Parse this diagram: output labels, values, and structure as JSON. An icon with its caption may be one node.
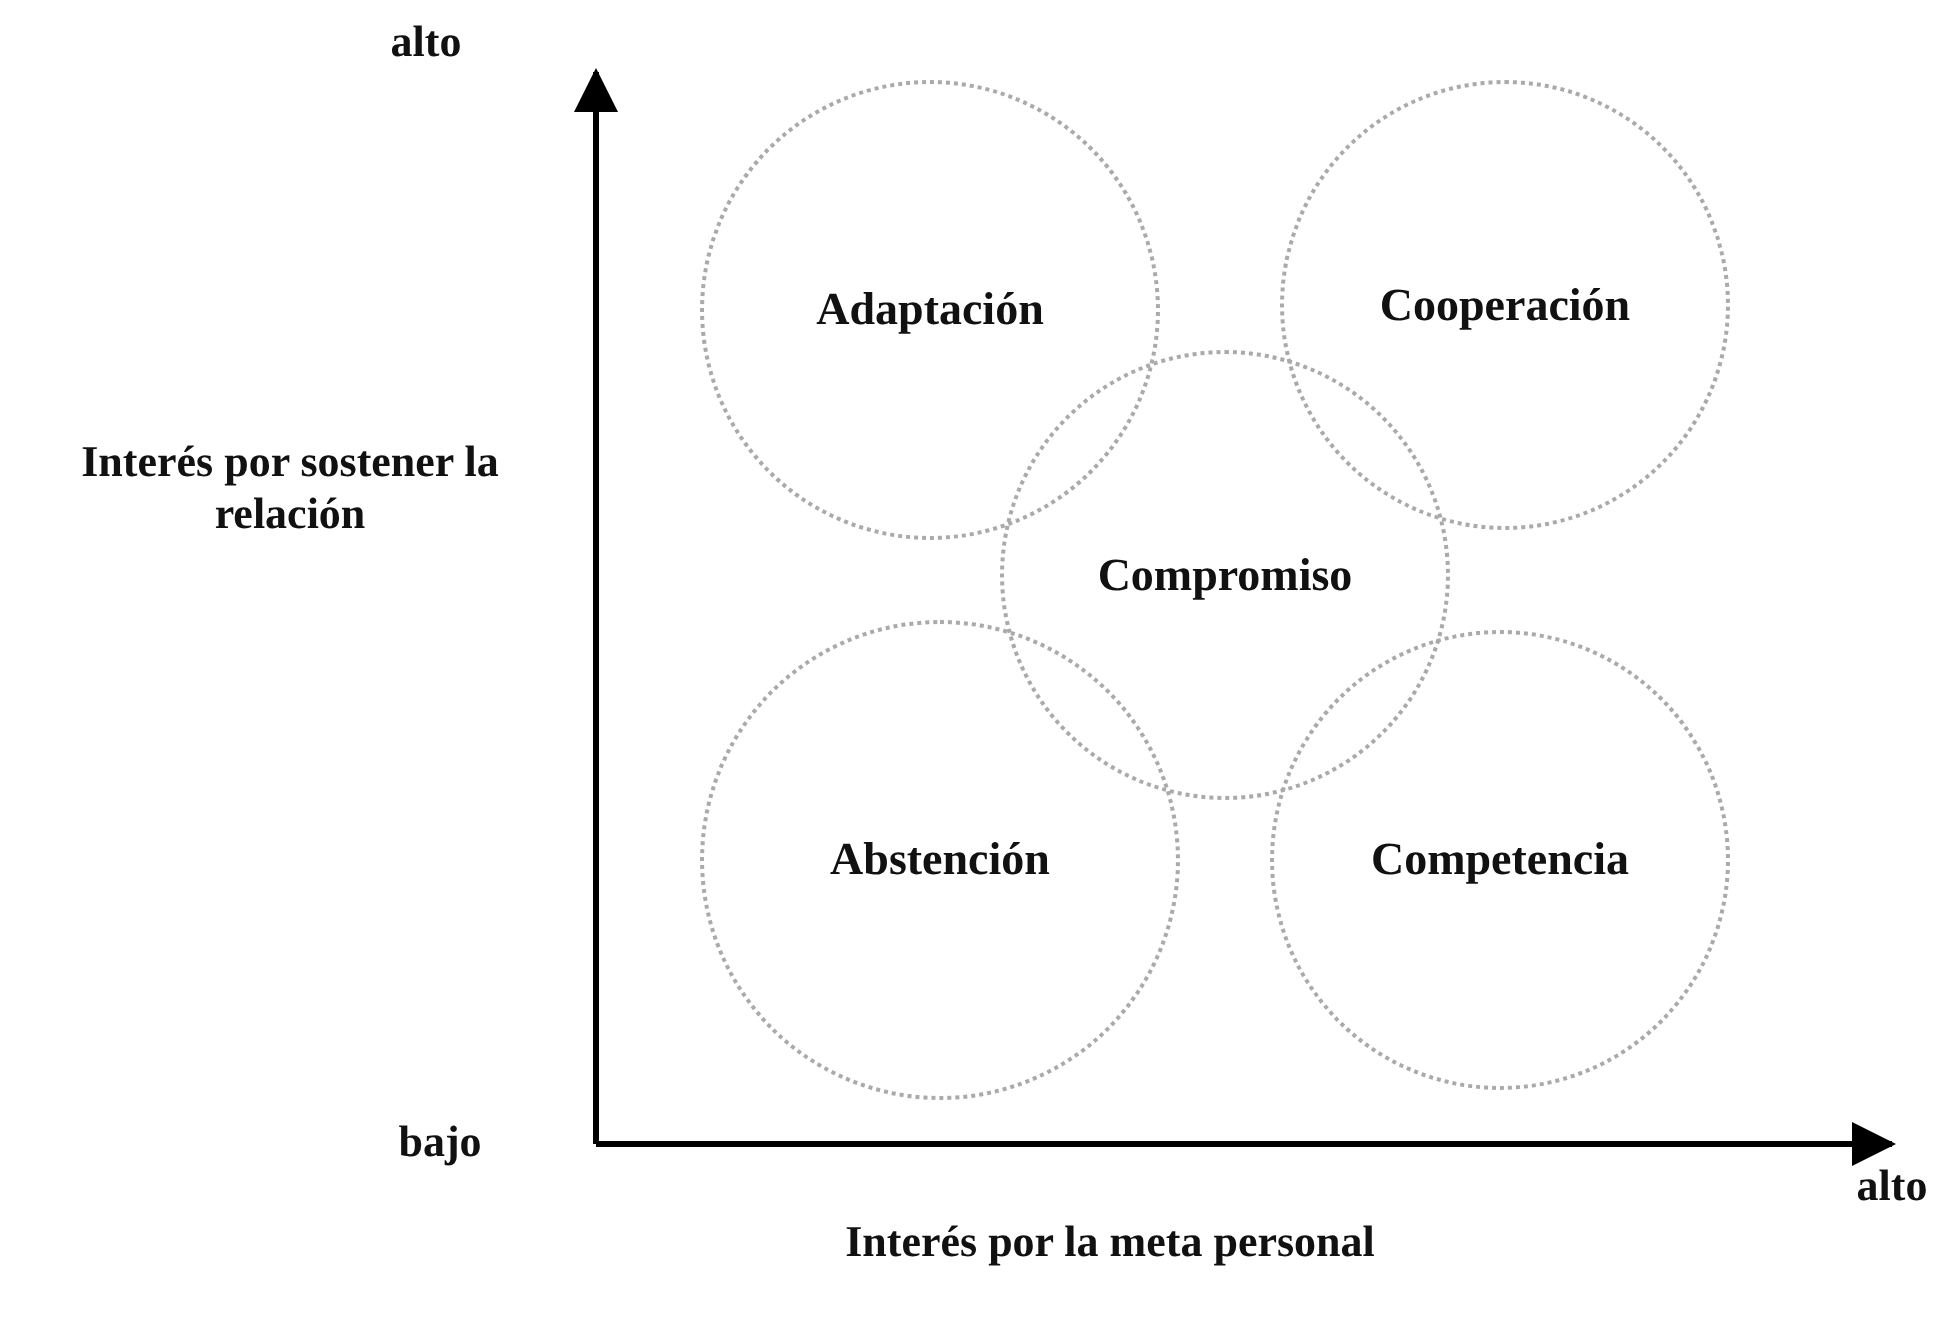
{
  "diagram": {
    "nodes": [
      {
        "text": [
          "Adaptación"
        ]
      },
      {
        "text": [
          "Cooperación"
        ]
      },
      {
        "text": [
          "Compromiso"
        ]
      },
      {
        "text": [
          "Abstención"
        ]
      },
      {
        "text": [
          "Competencia"
        ]
      }
    ],
    "labels": [
      "alto",
      "Interés por sostener la relación",
      "bajo",
      "alto",
      "Interés por la meta personal"
    ]
  }
}
